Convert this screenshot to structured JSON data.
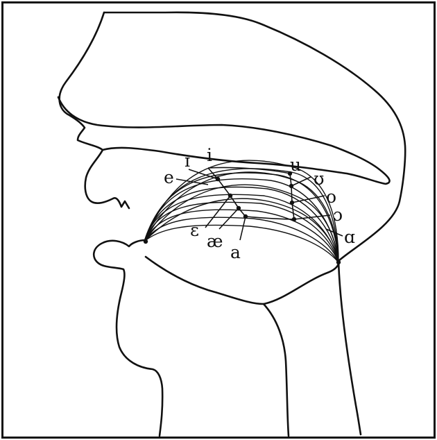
{
  "figure": {
    "vowels": [
      {
        "symbol": "i"
      },
      {
        "symbol": "ɪ"
      },
      {
        "symbol": "e"
      },
      {
        "symbol": "ɛ"
      },
      {
        "symbol": "æ"
      },
      {
        "symbol": "a"
      },
      {
        "symbol": "u"
      },
      {
        "symbol": "ʊ"
      },
      {
        "symbol": "o"
      },
      {
        "symbol": "ɔ"
      },
      {
        "symbol": "ɑ"
      }
    ]
  }
}
